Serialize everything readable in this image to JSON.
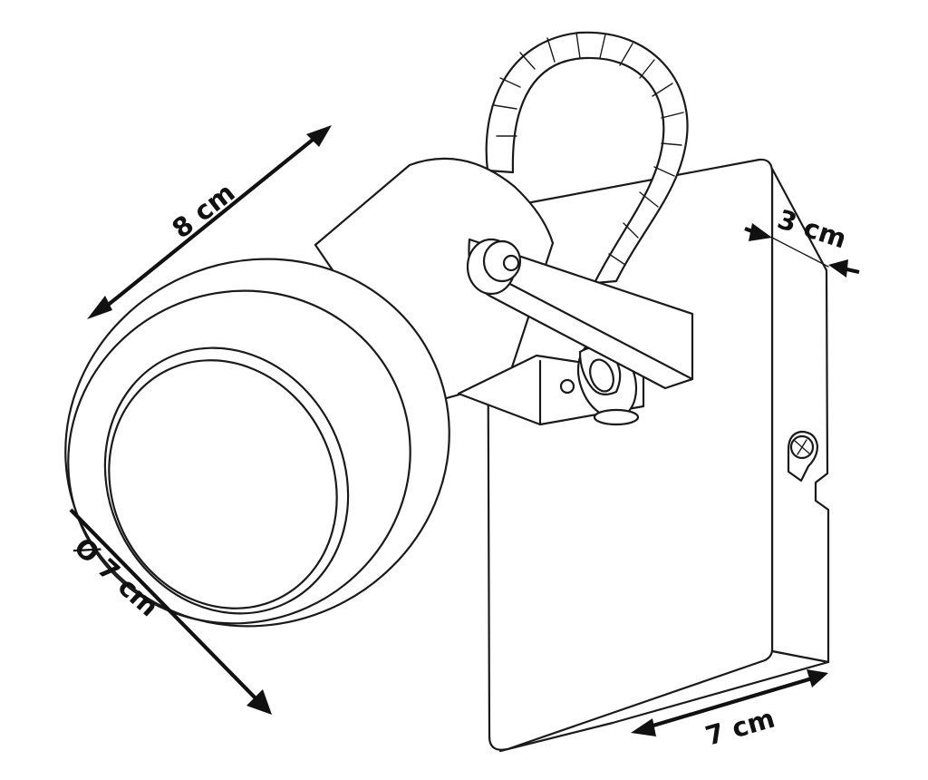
{
  "diagram": {
    "subject": "wall spotlight with mounting plate",
    "stroke_color": "#1a1a1a",
    "background_color": "#ffffff"
  },
  "dimensions": {
    "length": {
      "value": 8,
      "unit": "cm",
      "label": "8 cm"
    },
    "diameter": {
      "value": 7,
      "unit": "cm",
      "label": "Ø 7 cm"
    },
    "depth": {
      "value": 3,
      "unit": "cm",
      "label": "3 cm"
    },
    "width": {
      "value": 7,
      "unit": "cm",
      "label": "7 cm"
    }
  }
}
